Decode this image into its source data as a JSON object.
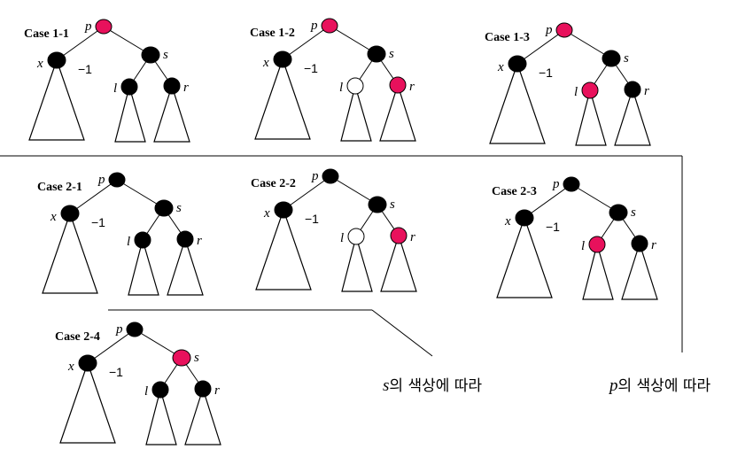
{
  "colors": {
    "black": "#000000",
    "red": "#e8115c",
    "white": "#ffffff"
  },
  "vars": {
    "p": "p",
    "s": "s",
    "x": "x",
    "l": "l",
    "r": "r",
    "minus_one": "−1"
  },
  "cases": [
    {
      "label": "Case 1-1",
      "p": "red",
      "s": "black",
      "l": "black",
      "r": "black"
    },
    {
      "label": "Case 1-2",
      "p": "red",
      "s": "black",
      "l": "white",
      "r": "red"
    },
    {
      "label": "Case 1-3",
      "p": "red",
      "s": "black",
      "l": "red",
      "r": "black"
    },
    {
      "label": "Case 2-1",
      "p": "black",
      "s": "black",
      "l": "black",
      "r": "black"
    },
    {
      "label": "Case 2-2",
      "p": "black",
      "s": "black",
      "l": "white",
      "r": "red"
    },
    {
      "label": "Case 2-3",
      "p": "black",
      "s": "black",
      "l": "red",
      "r": "black"
    },
    {
      "label": "Case 2-4",
      "p": "black",
      "s": "red",
      "l": "black",
      "r": "black"
    }
  ],
  "captions": {
    "by_s": {
      "var": "s",
      "text": "의 색상에 따라"
    },
    "by_p": {
      "var": "p",
      "text": "의 색상에 따라"
    }
  }
}
